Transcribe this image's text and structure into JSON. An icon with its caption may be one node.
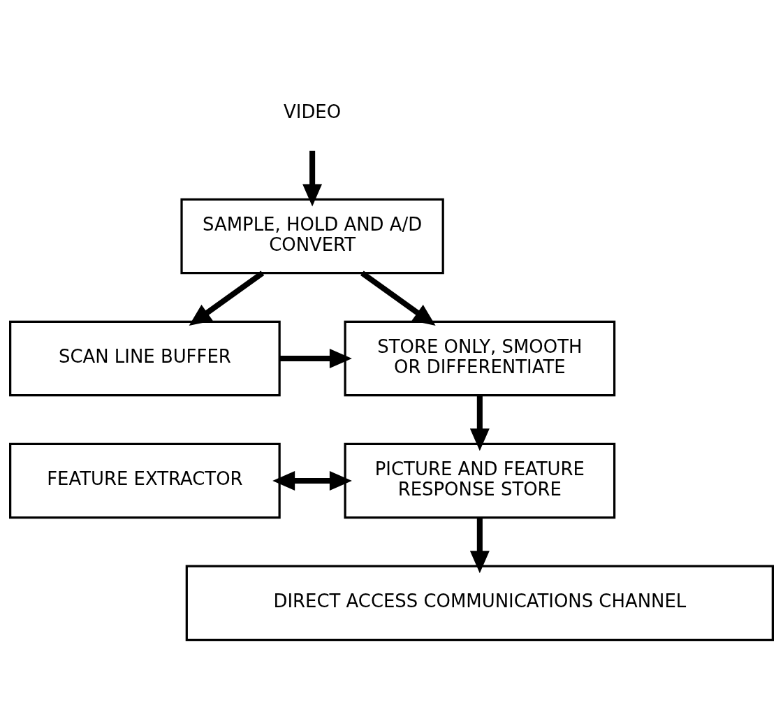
{
  "diagram": {
    "nodes": [
      {
        "text": [
          "VIDEO"
        ]
      },
      {
        "text": [
          "SAMPLE, HOLD AND A/D CONVERT"
        ]
      },
      {
        "text": [
          "SCAN LINE BUFFER"
        ]
      },
      {
        "text": [
          "STORE ONLY, SMOOTH OR DIFFERENTIATE"
        ]
      },
      {
        "text": [
          "FEATURE EXTRACTOR"
        ]
      },
      {
        "text": [
          "PICTURE AND FEATURE RESPONSE STORE"
        ]
      },
      {
        "text": [
          "DIRECT ACCESS COMMUNICATIONS CHANNEL"
        ]
      }
    ],
    "edges": [
      {
        "from": 0,
        "to": 1,
        "arrow": "to"
      },
      {
        "from": 1,
        "to": 2,
        "arrow": "to"
      },
      {
        "from": 1,
        "to": 3,
        "arrow": "to"
      },
      {
        "from": 2,
        "to": 3,
        "arrow": "to"
      },
      {
        "from": 3,
        "to": 5,
        "arrow": "to"
      },
      {
        "from": 4,
        "to": 5,
        "arrow": "both"
      },
      {
        "from": 5,
        "to": 6,
        "arrow": "to"
      }
    ]
  }
}
